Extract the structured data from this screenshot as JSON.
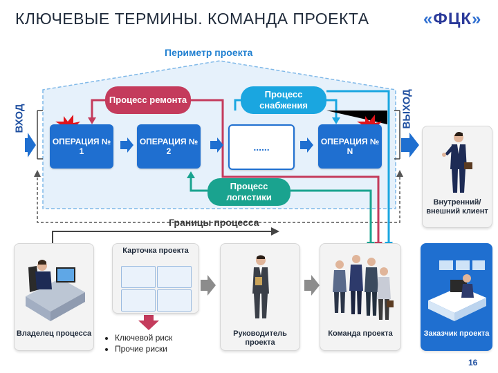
{
  "header": {
    "title": "КЛЮЧЕВЫЕ ТЕРМИНЫ. КОМАНДА ПРОЕКТА",
    "logo": "ФЦК"
  },
  "diagram": {
    "perimeter_label": "Периметр проекта",
    "boundaries_label": "Границы процесса",
    "input_label": "ВХОД",
    "output_label": "ВЫХОД",
    "operations": [
      {
        "label": "ОПЕРАЦИЯ № 1"
      },
      {
        "label": "ОПЕРАЦИЯ № 2"
      },
      {
        "label": "......"
      },
      {
        "label": "ОПЕРАЦИЯ № N"
      }
    ],
    "processes": {
      "repair": "Процесс ремонта",
      "supply": "Процесс снабжения",
      "logistics": "Процесс логистики"
    },
    "colors": {
      "operation": "#1f6fd0",
      "repair": "#c43b5c",
      "supply": "#1aa6e0",
      "logistics": "#1aa38f",
      "defect_flash": "#e1141b"
    }
  },
  "roles": {
    "client": "Внутренний/ внешний клиент",
    "owner": "Владелец процесса",
    "card_title": "Карточка проекта",
    "manager": "Руководитель проекта",
    "team": "Команда проекта",
    "customer": "Заказчик проекта"
  },
  "risks": [
    "Ключевой риск",
    "Прочие риски"
  ],
  "page_number": "16"
}
